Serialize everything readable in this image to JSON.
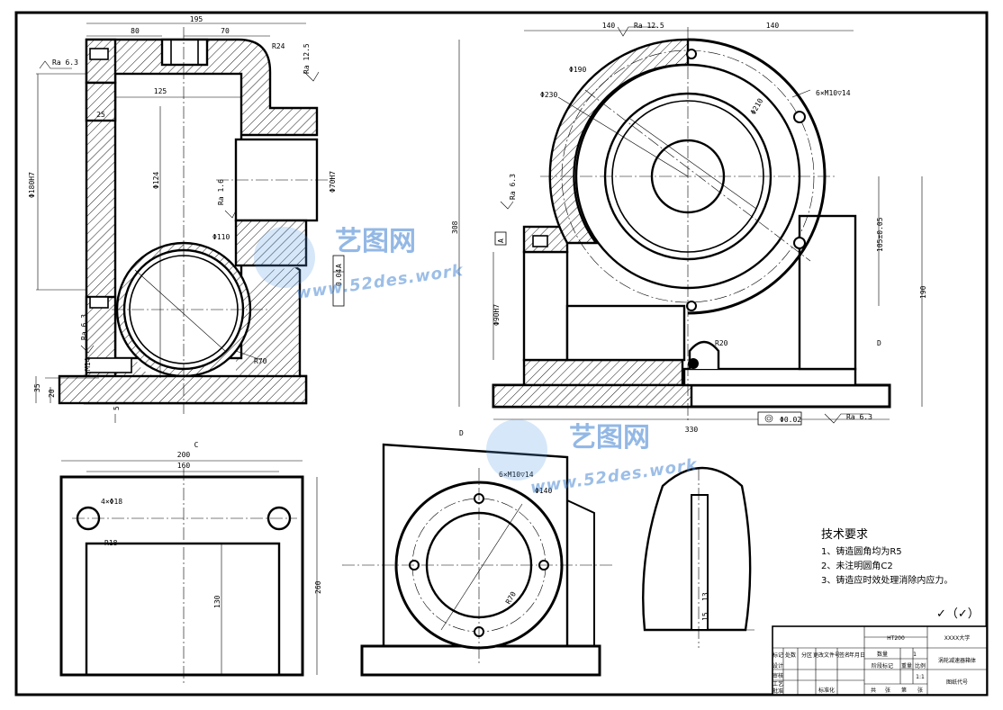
{
  "watermark": {
    "brand": "艺图网",
    "url": "www.52des.work"
  },
  "front_view": {
    "dims": [
      "195",
      "80",
      "70",
      "R24",
      "Ra 6.3",
      "Ra 12.5",
      "125",
      "25",
      "Φ180H7",
      "Φ124",
      "Ra 1.6",
      "Φ70H7",
      "Φ110",
      "0.04",
      "A",
      "Ra 6.3",
      "M14",
      "R70",
      "35",
      "20",
      "5"
    ]
  },
  "side_view": {
    "dims": [
      "140",
      "Ra 12.5",
      "140",
      "Φ190",
      "Φ230",
      "6×M10▽14",
      "Φ210",
      "Ra 6.3",
      "308",
      "A",
      "105±0.05",
      "Φ90H7",
      "190",
      "R20",
      "D",
      "330",
      "Φ0.02",
      "Ra 6.3"
    ]
  },
  "top_view": {
    "dims": [
      "C",
      "200",
      "160",
      "4×Φ18",
      "R18",
      "130",
      "260"
    ]
  },
  "d_view": {
    "dims": [
      "D",
      "6×M10▽14",
      "Φ140",
      "R70"
    ]
  },
  "section_view": {
    "dims": [
      "13",
      "15"
    ]
  },
  "tech_requirements": {
    "title": "技术要求",
    "items": [
      "1、铸造圆角均为R5",
      "2、未注明圆角C2",
      "3、铸造应时效处理消除内应力。"
    ]
  },
  "surface_mark": "✓（✓）",
  "title_block": {
    "material": "HT200",
    "school": "XXXX大学",
    "part_name": "涡轮减速器箱体",
    "drawing_code": "图纸代号",
    "qty_label": "数量",
    "qty_value": "1",
    "stage_label": "阶段标记",
    "weight_label": "重量",
    "scale_label": "比例",
    "scale_value": "1:1",
    "row_labels": [
      "标记",
      "处数",
      "分区",
      "更改文件号",
      "签名",
      "年月日"
    ],
    "side_labels": [
      "设计",
      "审核",
      "工艺",
      "标准化",
      "批准"
    ],
    "sheet_labels": [
      "共",
      "张",
      "第",
      "张"
    ]
  }
}
